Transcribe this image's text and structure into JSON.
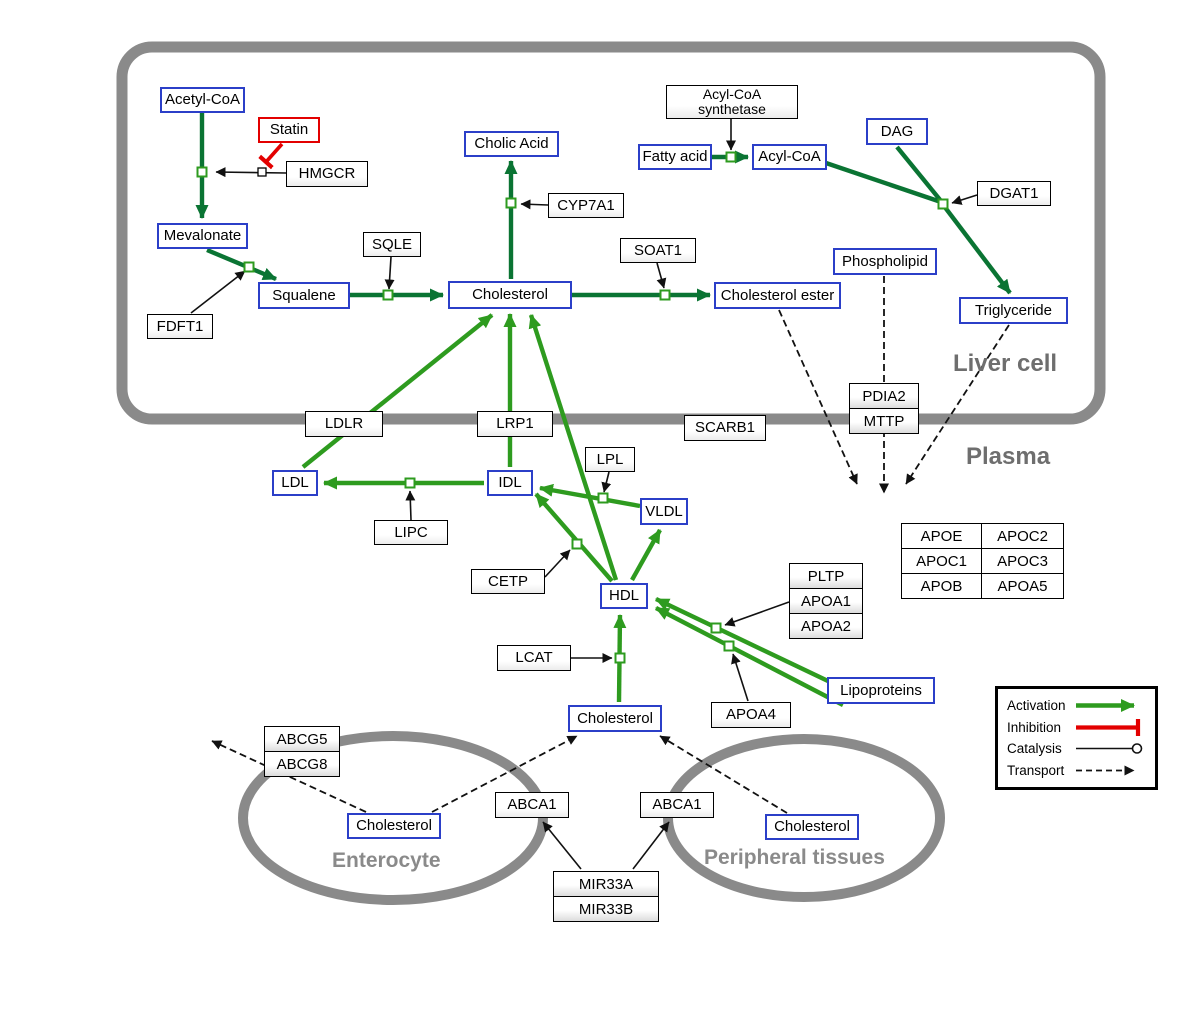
{
  "regions": {
    "liver_cell": "Liver cell",
    "plasma": "Plasma",
    "enterocyte": "Enterocyte",
    "peripheral_tissues": "Peripheral tissues"
  },
  "nodes": {
    "acetyl_coa": "Acetyl-CoA",
    "statin": "Statin",
    "hmgcr": "HMGCR",
    "mevalonate": "Mevalonate",
    "fdft1": "FDFT1",
    "squalene": "Squalene",
    "sqle": "SQLE",
    "cholic_acid": "Cholic Acid",
    "cyp7a1": "CYP7A1",
    "cholesterol_liver": "Cholesterol",
    "soat1": "SOAT1",
    "cholesterol_ester": "Cholesterol ester",
    "acyl_coa_synthetase_line1": "Acyl-CoA",
    "acyl_coa_synthetase_line2": "synthetase",
    "fatty_acid": "Fatty acid",
    "acyl_coa": "Acyl-CoA",
    "dag": "DAG",
    "dgat1": "DGAT1",
    "phospholipid": "Phospholipid",
    "triglyceride": "Triglyceride",
    "ldlr": "LDLR",
    "lrp1": "LRP1",
    "scarb1": "SCARB1",
    "pdia2": "PDIA2",
    "mttp": "MTTP",
    "ldl": "LDL",
    "idl": "IDL",
    "lipc": "LIPC",
    "lpl": "LPL",
    "vldl": "VLDL",
    "cetp": "CETP",
    "hdl": "HDL",
    "pltp": "PLTP",
    "apoa1": "APOA1",
    "apoa2": "APOA2",
    "lcat": "LCAT",
    "apoa4": "APOA4",
    "lipoproteins": "Lipoproteins",
    "cholesterol_plasma": "Cholesterol",
    "abcg5": "ABCG5",
    "abcg8": "ABCG8",
    "cholesterol_enterocyte": "Cholesterol",
    "abca1_enterocyte": "ABCA1",
    "abca1_peripheral": "ABCA1",
    "cholesterol_peripheral": "Cholesterol",
    "mir33a": "MIR33A",
    "mir33b": "MIR33B",
    "apo_table": [
      [
        "APOE",
        "APOC2"
      ],
      [
        "APOC1",
        "APOC3"
      ],
      [
        "APOB",
        "APOA5"
      ]
    ]
  },
  "legend": {
    "activation": "Activation",
    "inhibition": "Inhibition",
    "catalysis": "Catalysis",
    "transport": "Transport"
  },
  "colors": {
    "activation_green": "#2e9b1f",
    "conversion_green_dark": "#0a7433",
    "inhibition_red": "#e30000",
    "metabolite_border_blue": "#2b3fc8",
    "membrane_gray": "#8a8a8a"
  }
}
